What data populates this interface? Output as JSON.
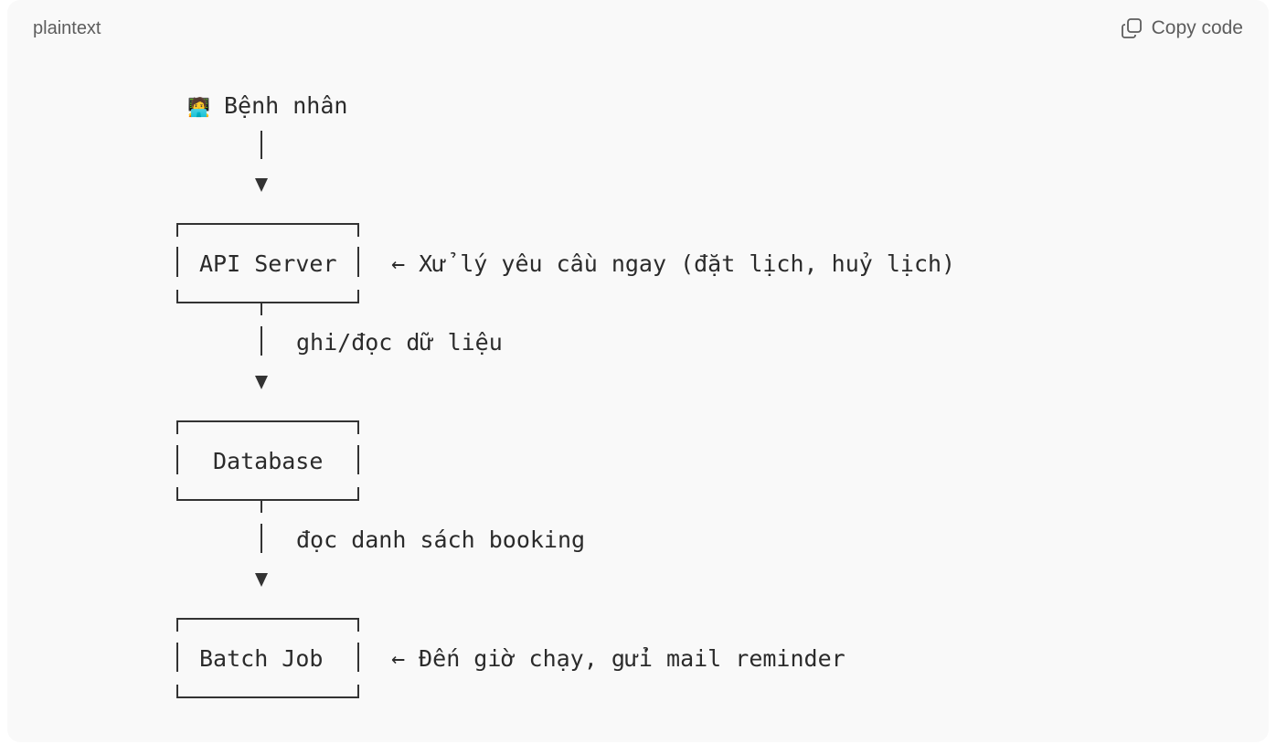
{
  "code_block": {
    "language": "plaintext",
    "copy_label": "Copy code"
  },
  "diagram": {
    "patient_icon": "🧑‍💻",
    "patient_label": "Bệnh nhân",
    "api_server_label": "API Server",
    "api_server_note": "← Xử lý yêu cầu ngay (đặt lịch, huỷ lịch)",
    "edge_api_db_label": "ghi/đọc dữ liệu",
    "database_label": "Database",
    "edge_db_batch_label": "đọc danh sách booking",
    "batch_job_label": "Batch Job",
    "batch_job_note": "← Đến giờ chạy, gửi mail reminder"
  }
}
